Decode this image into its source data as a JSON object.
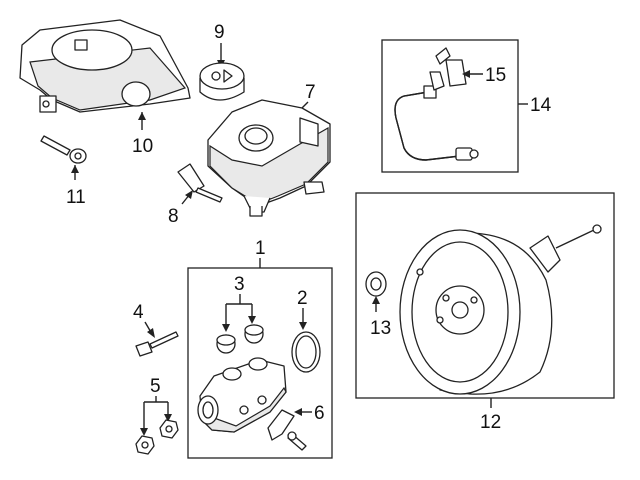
{
  "callouts": {
    "c1": "1",
    "c2": "2",
    "c3": "3",
    "c4": "4",
    "c5": "5",
    "c6": "6",
    "c7": "7",
    "c8": "8",
    "c9": "9",
    "c10": "10",
    "c11": "11",
    "c12": "12",
    "c13": "13",
    "c14": "14",
    "c15": "15"
  },
  "parts": {
    "p1": "master-cylinder-assembly",
    "p2": "o-ring-seal",
    "p3": "reservoir-grommets",
    "p4": "mounting-stud",
    "p5": "nuts",
    "p6": "sensor-and-bolt",
    "p7": "fluid-reservoir",
    "p8": "reservoir-pin",
    "p9": "reservoir-cap",
    "p10": "cover",
    "p11": "cover-bolt",
    "p12": "brake-booster",
    "p13": "booster-grommet",
    "p14": "vacuum-sensor-hose-kit",
    "p15": "vacuum-sensor"
  }
}
